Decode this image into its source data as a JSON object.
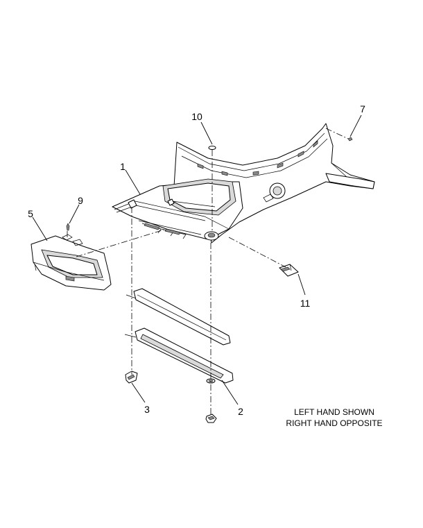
{
  "callouts": [
    "1",
    "2",
    "3",
    "5",
    "7",
    "9",
    "10",
    "11"
  ],
  "note": {
    "line1": "LEFT HAND SHOWN",
    "line2": "RIGHT HAND OPPOSITE"
  }
}
